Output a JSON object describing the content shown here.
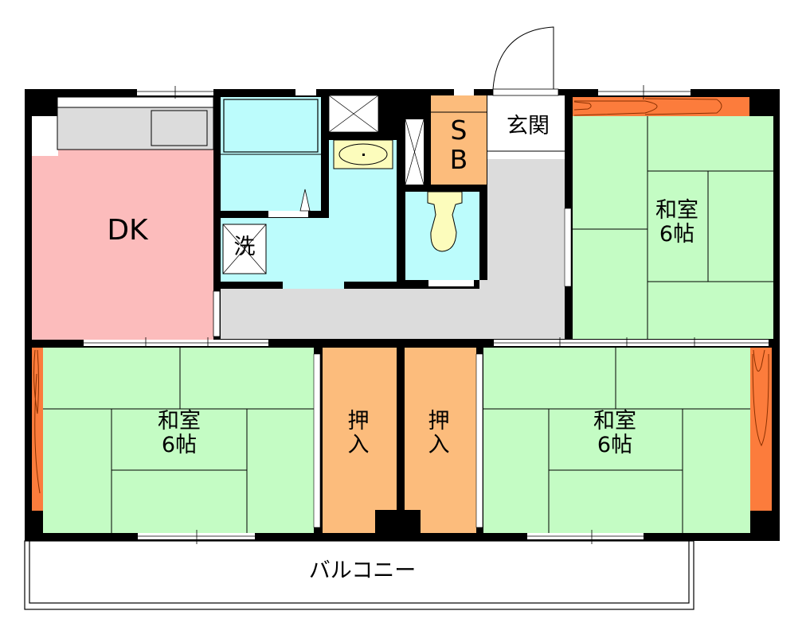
{
  "plan": {
    "colors": {
      "wall": "#000000",
      "dk": "#fcbcbc",
      "tatami": "#c4fcc4",
      "closet": "#fcbc7c",
      "wet": "#bcfcfc",
      "hall": "#dcdcdc",
      "tokonoma": "#fc7c3c",
      "fixture": "#fcfcbc",
      "counter": "#dcdcdc"
    },
    "rooms": {
      "dk": {
        "label": "DK"
      },
      "washer": {
        "label": "洗"
      },
      "shoe_box": {
        "line1": "S",
        "line2": "B"
      },
      "entrance": {
        "label": "玄関"
      },
      "tatami_ne": {
        "line1": "和室",
        "line2": "6帖"
      },
      "tatami_sw": {
        "line1": "和室",
        "line2": "6帖"
      },
      "tatami_se": {
        "line1": "和室",
        "line2": "6帖"
      },
      "closet_left": {
        "line1": "押",
        "line2": "入"
      },
      "closet_right": {
        "line1": "押",
        "line2": "入"
      },
      "balcony": {
        "label": "バルコニー"
      }
    }
  }
}
